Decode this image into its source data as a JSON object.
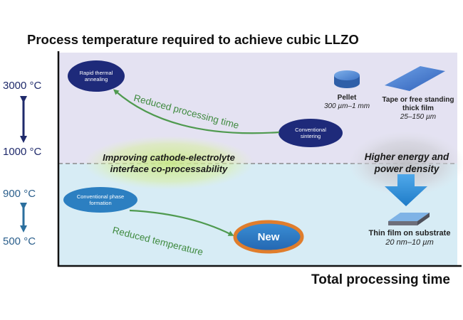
{
  "title": "Process temperature required to achieve cubic LLZO",
  "x_axis_label": "Total processing time",
  "temperatures": {
    "t3000": "3000 °C",
    "t1000": "1000 °C",
    "t900": "900 °C",
    "t500": "500 °C"
  },
  "processes": {
    "rapid_thermal_annealing": "Rapid thermal annealing",
    "conventional_sintering": "Conventional sintering",
    "conventional_phase_formation": "Conventional phase formation",
    "new": "New"
  },
  "annotations": {
    "reduced_processing_time": "Reduced processing time",
    "reduced_temperature": "Reduced temperature",
    "interface": "Improving cathode-electrolyte interface co-processability",
    "energy_density": "Higher energy and power density"
  },
  "forms": {
    "pellet_name": "Pellet",
    "pellet_size": "300 µm–1 mm",
    "tape_name": "Tape or free standing thick film",
    "tape_size": "25–150 µm",
    "thin_name": "Thin film on substrate",
    "thin_size": "20 nm–10 µm"
  },
  "colors": {
    "upper_region": "#e4e2f2",
    "lower_region": "#d7ecf5",
    "navy_ellipse": "#1e2a7a",
    "blue_ellipse": "#2c7fc1",
    "new_ring": "#e07d2c",
    "green_arrow": "#4f9a4f",
    "big_arrow": "#2f8fd8"
  }
}
